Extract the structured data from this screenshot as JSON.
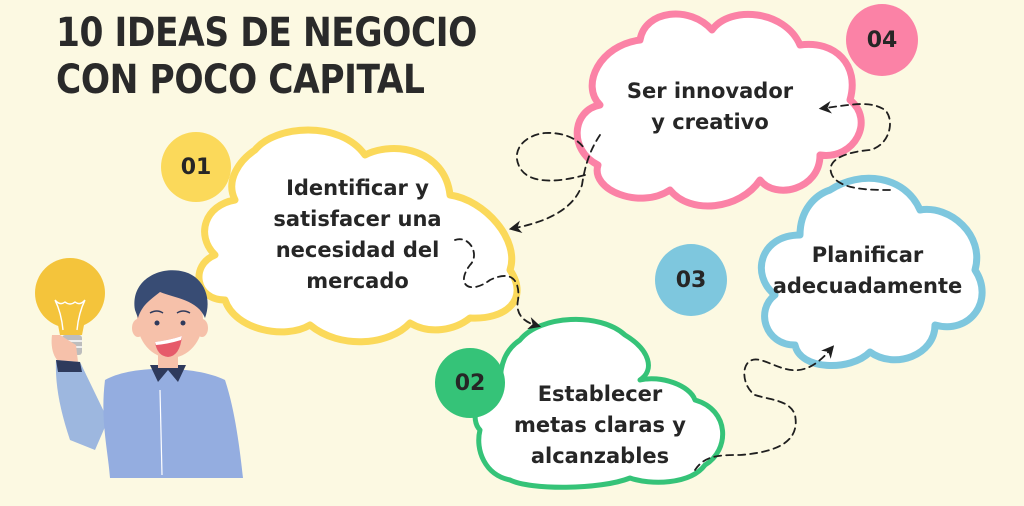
{
  "title": {
    "line1": "10 IDEAS DE NEGOCIO",
    "line2": "CON POCO CAPITAL"
  },
  "colors": {
    "background": "#fcf9e2",
    "yellow": "#fbd95a",
    "green": "#35c378",
    "blue": "#7ec7de",
    "pink": "#fb82a6",
    "text": "#262626"
  },
  "steps": [
    {
      "number": "01",
      "color": "yellow",
      "lines": [
        "Identificar y",
        "satisfacer una",
        "necesidad del",
        "mercado"
      ]
    },
    {
      "number": "02",
      "color": "green",
      "lines": [
        "Establecer",
        "metas claras y",
        "alcanzables"
      ]
    },
    {
      "number": "03",
      "color": "blue",
      "lines": [
        "Planificar",
        "adecuadamente"
      ]
    },
    {
      "number": "04",
      "color": "pink",
      "lines": [
        "Ser innovador",
        "y creativo"
      ]
    }
  ],
  "illustration": {
    "subject": "man-holding-lightbulb-icon"
  }
}
